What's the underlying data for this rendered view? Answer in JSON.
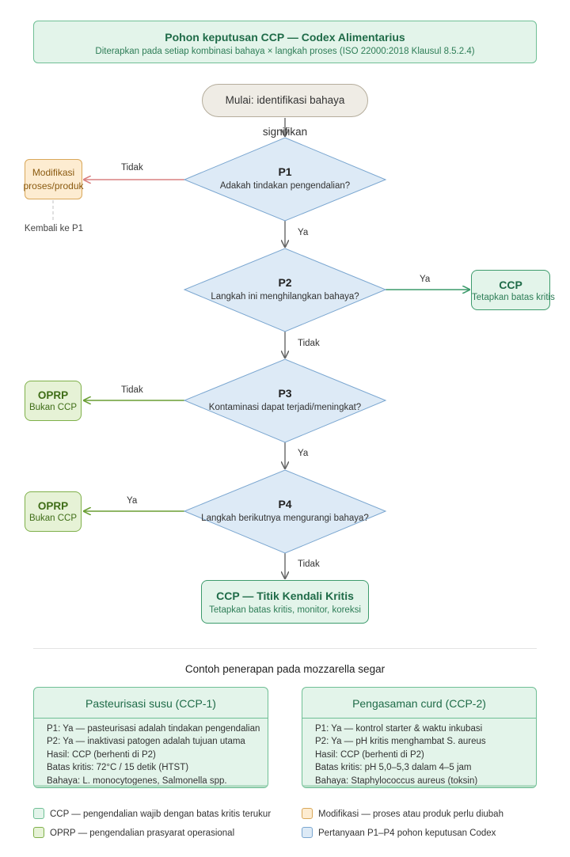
{
  "header": {
    "title": "Pohon keputusan CCP — Codex Alimentarius",
    "subtitle": "Diterapkan pada setiap kombinasi bahaya × langkah proses (ISO 22000:2018 Klausul 8.5.2.4)"
  },
  "start": {
    "label": "Mulai: identifikasi bahaya signifikan"
  },
  "questions": [
    {
      "id": "P1",
      "text": "Adakah tindakan pengendalian?"
    },
    {
      "id": "P2",
      "text": "Langkah ini menghilangkan bahaya?"
    },
    {
      "id": "P3",
      "text": "Kontaminasi dapat terjadi/meningkat?"
    },
    {
      "id": "P4",
      "text": "Langkah berikutnya mengurangi bahaya?"
    }
  ],
  "edges": {
    "p1_no": "Tidak",
    "p1_yes": "Ya",
    "p2_yes": "Ya",
    "p2_no": "Tidak",
    "p3_no": "Tidak",
    "p3_yes": "Ya",
    "p4_yes": "Ya",
    "p4_no": "Tidak"
  },
  "outcomes": {
    "modify": {
      "line1": "Modifikasi",
      "line2": "proses/produk",
      "back": "Kembali ke P1"
    },
    "ccp_p2": {
      "title": "CCP",
      "subtitle": "Tetapkan batas kritis"
    },
    "oprp_p3": {
      "title": "OPRP",
      "subtitle": "Bukan CCP"
    },
    "oprp_p4": {
      "title": "OPRP",
      "subtitle": "Bukan CCP"
    },
    "ccp_final": {
      "title": "CCP — Titik Kendali Kritis",
      "subtitle": "Tetapkan batas kritis, monitor, koreksi"
    }
  },
  "examples": {
    "title": "Contoh penerapan pada mozzarella segar",
    "cards": [
      {
        "title": "Pasteurisasi susu (CCP-1)",
        "lines": [
          "P1: Ya — pasteurisasi adalah tindakan pengendalian",
          "P2: Ya — inaktivasi patogen adalah tujuan utama",
          "Hasil: CCP (berhenti di P2)",
          "Batas kritis: 72°C / 15 detik (HTST)",
          "Bahaya: L. monocytogenes, Salmonella spp."
        ]
      },
      {
        "title": "Pengasaman curd (CCP-2)",
        "lines": [
          "P1: Ya — kontrol starter & waktu inkubasi",
          "P2: Ya — pH kritis menghambat S. aureus",
          "Hasil: CCP (berhenti di P2)",
          "Batas kritis: pH 5,0–5,3 dalam 4–5 jam",
          "Bahaya: Staphylococcus aureus (toksin)"
        ]
      }
    ]
  },
  "legend": [
    {
      "text": "CCP — pengendalian wajib dengan batas kritis terukur",
      "fill": "#e3f4ea",
      "border": "#6fbf95"
    },
    {
      "text": "Modifikasi — proses atau produk perlu diubah",
      "fill": "#fdecd1",
      "border": "#d9a85a"
    },
    {
      "text": "OPRP — pengendalian prasyarat operasional",
      "fill": "#e6f2d6",
      "border": "#7fb04a"
    },
    {
      "text": "Pertanyaan P1–P4 pohon keputusan Codex",
      "fill": "#ddeaf6",
      "border": "#7aa6d0"
    }
  ],
  "colors": {
    "neutral_arrow": "#666666",
    "no_arrow_red": "#d98080",
    "ccp_green": "#3d9b6c",
    "oprp_green": "#6a9e34",
    "diamond_fill": "#ddeaf6",
    "diamond_border": "#7aa6d0"
  }
}
